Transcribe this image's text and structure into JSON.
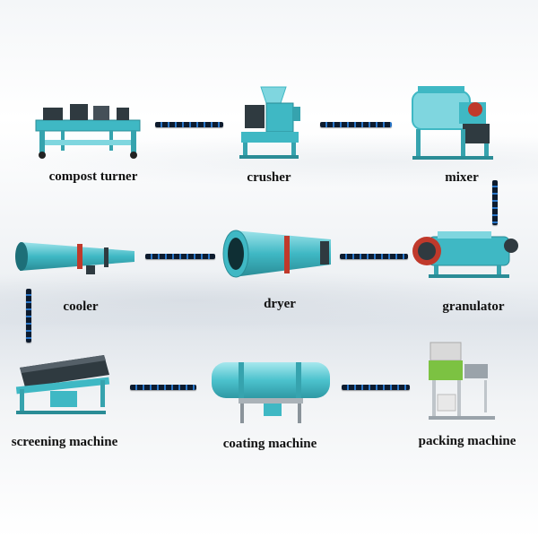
{
  "machines": [
    {
      "id": "compost-turner",
      "label": "compost turner",
      "icon": "compost-turner-icon"
    },
    {
      "id": "crusher",
      "label": "crusher",
      "icon": "crusher-icon"
    },
    {
      "id": "mixer",
      "label": "mixer",
      "icon": "mixer-icon"
    },
    {
      "id": "cooler",
      "label": "cooler",
      "icon": "cooler-drum-icon"
    },
    {
      "id": "dryer",
      "label": "dryer",
      "icon": "dryer-drum-icon"
    },
    {
      "id": "granulator",
      "label": "granulator",
      "icon": "granulator-icon"
    },
    {
      "id": "screening-machine",
      "label": "screening machine",
      "icon": "screening-machine-icon"
    },
    {
      "id": "coating-machine",
      "label": "coating machine",
      "icon": "coating-machine-icon"
    },
    {
      "id": "packing-machine",
      "label": "packing machine",
      "icon": "packing-machine-icon"
    }
  ],
  "flow": [
    [
      "compost turner",
      "crusher"
    ],
    [
      "crusher",
      "mixer"
    ],
    [
      "mixer",
      "granulator"
    ],
    [
      "granulator",
      "dryer"
    ],
    [
      "dryer",
      "cooler"
    ],
    [
      "cooler",
      "screening machine"
    ],
    [
      "screening machine",
      "coating machine"
    ],
    [
      "coating machine",
      "packing machine"
    ]
  ],
  "colors": {
    "machine_teal": "#3fb8c4",
    "machine_light": "#7fd6df",
    "motor_dark": "#2f3a40",
    "belt_dark": "#0d1b2e",
    "belt_blue": "#2a76c8"
  }
}
